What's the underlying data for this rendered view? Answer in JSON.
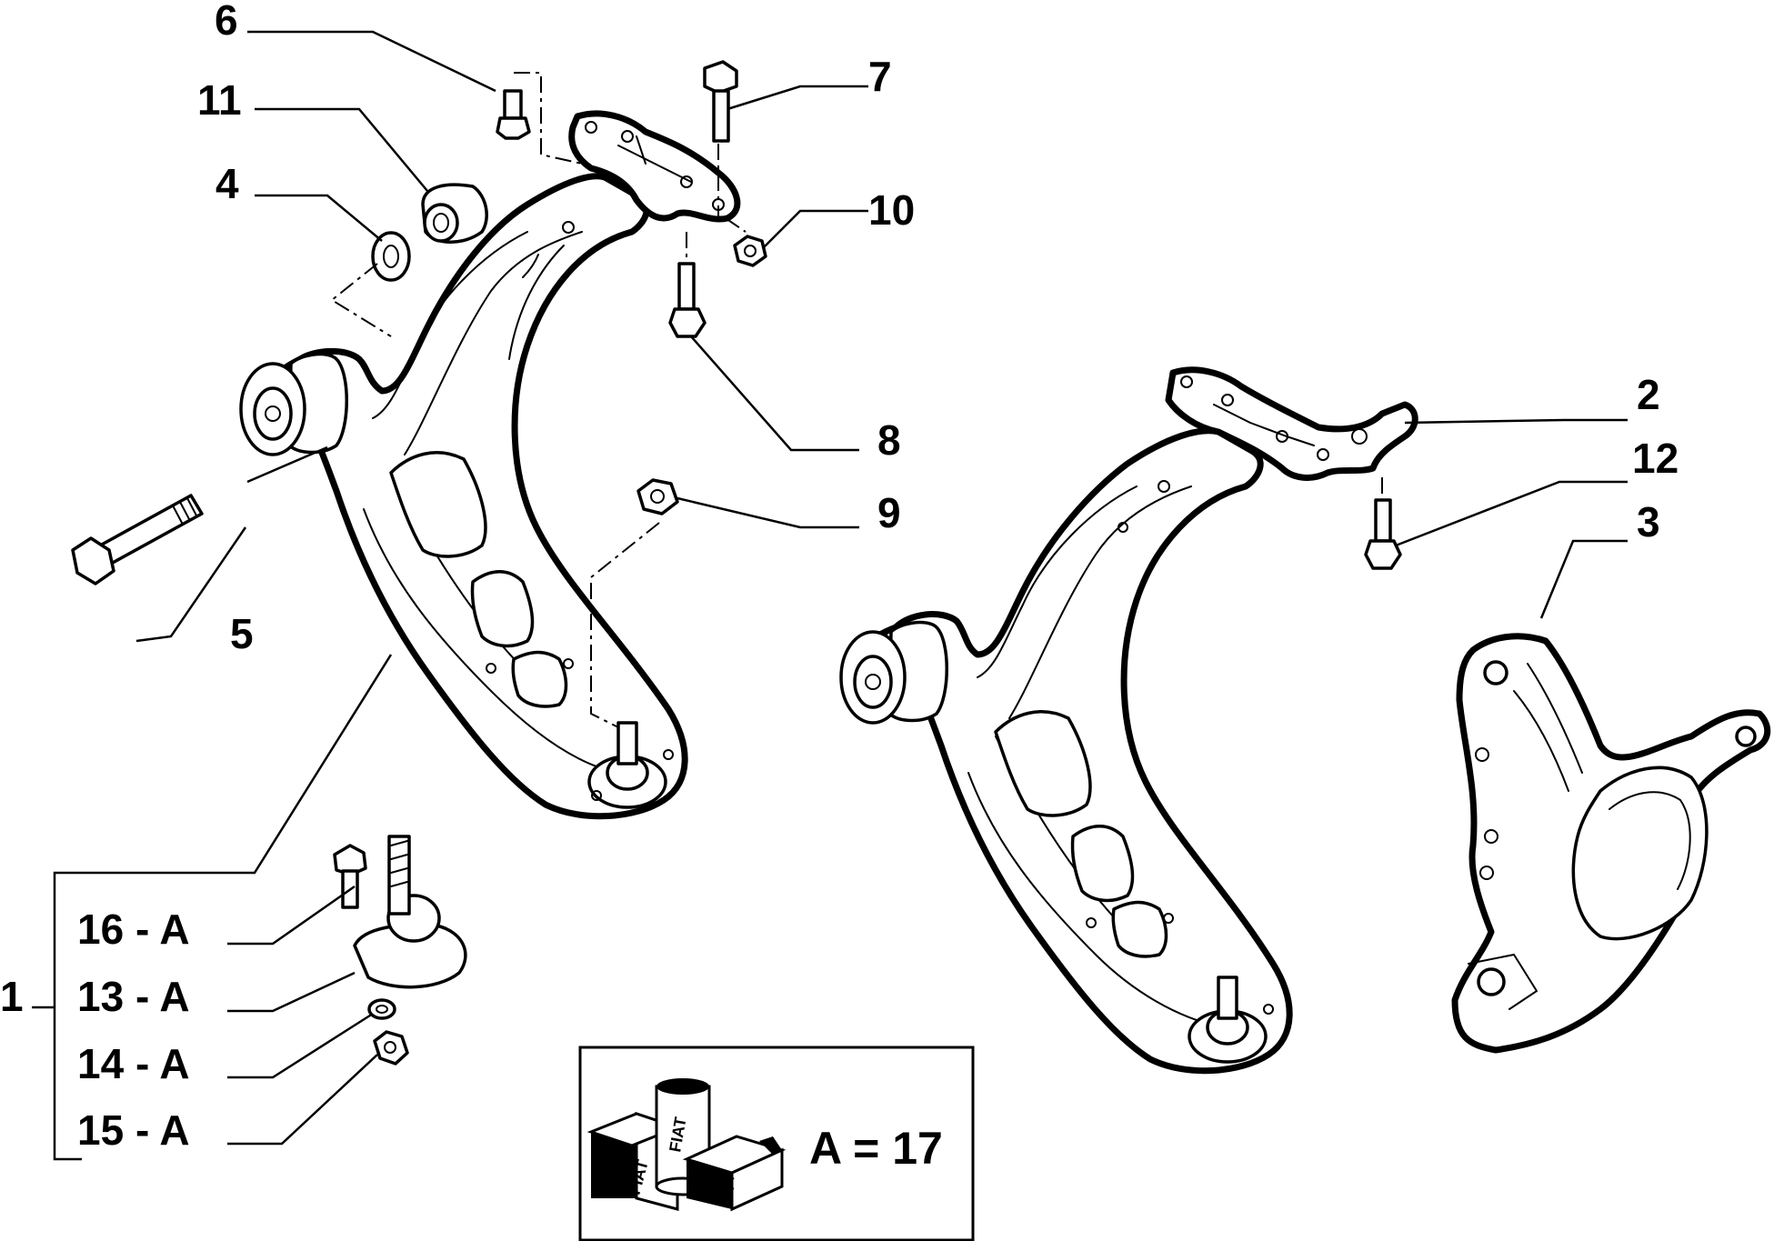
{
  "callouts": {
    "c1": "1",
    "c2": "2",
    "c3": "3",
    "c4": "4",
    "c5": "5",
    "c6": "6",
    "c7": "7",
    "c8": "8",
    "c9": "9",
    "c10": "10",
    "c11": "11",
    "c12": "12",
    "c13": "13 - A",
    "c14": "14 - A",
    "c15": "15 - A",
    "c16": "16 - A"
  },
  "legend": {
    "text": "A = 17",
    "logo_text_1": "FIAT",
    "logo_text_2": "FIAT",
    "logo_text_3": "FIAT"
  }
}
